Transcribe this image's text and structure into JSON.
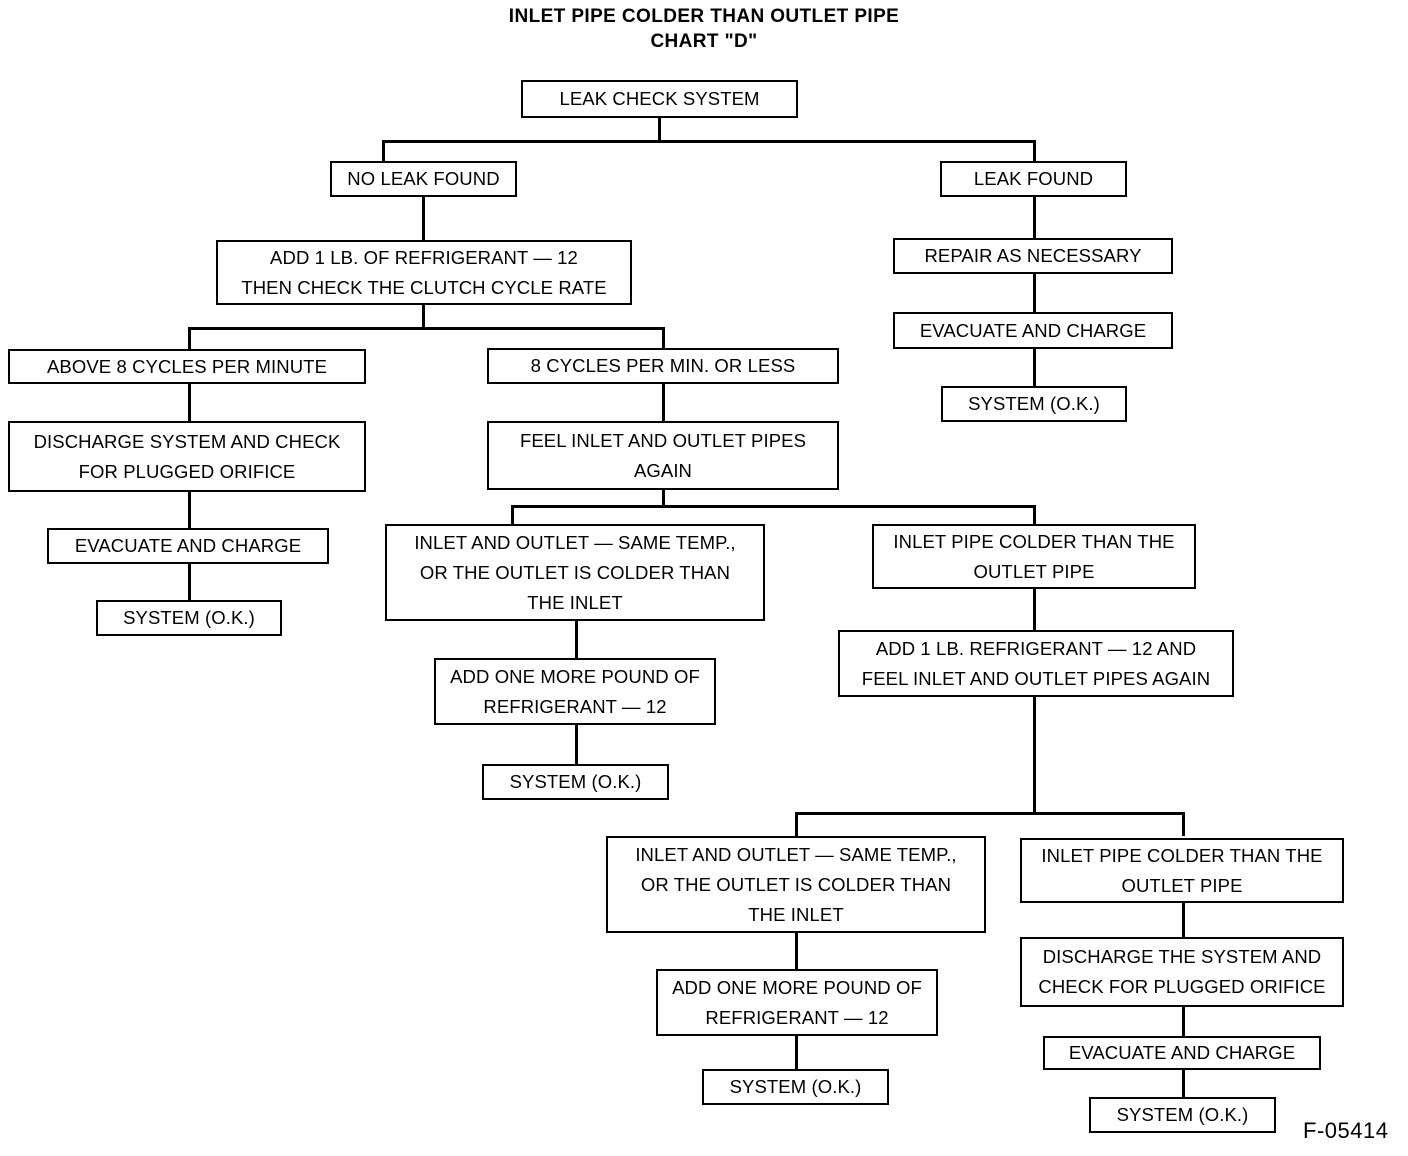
{
  "title": {
    "line1": "INLET PIPE COLDER THAN OUTLET PIPE",
    "line2": "CHART \"D\""
  },
  "figure_reference": "F-05414",
  "chart_data": {
    "type": "diagram",
    "diagram_kind": "flowchart",
    "title": "INLET PIPE COLDER THAN OUTLET PIPE — CHART \"D\"",
    "nodes": [
      {
        "id": "n1",
        "label": "LEAK CHECK SYSTEM"
      },
      {
        "id": "n2",
        "label": "NO LEAK FOUND"
      },
      {
        "id": "n3",
        "label": "LEAK FOUND"
      },
      {
        "id": "n4",
        "label": "ADD 1 LB. OF REFRIGERANT — 12\nTHEN CHECK THE CLUTCH CYCLE RATE"
      },
      {
        "id": "n5",
        "label": "REPAIR AS NECESSARY"
      },
      {
        "id": "n6",
        "label": "EVACUATE AND CHARGE"
      },
      {
        "id": "n7",
        "label": "SYSTEM (O.K.)"
      },
      {
        "id": "n8",
        "label": "ABOVE 8 CYCLES PER MINUTE"
      },
      {
        "id": "n9",
        "label": "8 CYCLES PER MIN. OR LESS"
      },
      {
        "id": "n10",
        "label": "DISCHARGE SYSTEM AND CHECK\nFOR PLUGGED ORIFICE"
      },
      {
        "id": "n11",
        "label": "FEEL INLET AND OUTLET PIPES\nAGAIN"
      },
      {
        "id": "n12",
        "label": "EVACUATE AND CHARGE"
      },
      {
        "id": "n13",
        "label": "INLET AND OUTLET — SAME TEMP.,\nOR THE OUTLET IS COLDER THAN\nTHE INLET"
      },
      {
        "id": "n14",
        "label": "INLET PIPE COLDER THAN THE\nOUTLET PIPE"
      },
      {
        "id": "n15",
        "label": "SYSTEM (O.K.)"
      },
      {
        "id": "n16",
        "label": "ADD 1 LB. REFRIGERANT — 12 AND\nFEEL INLET AND OUTLET PIPES AGAIN"
      },
      {
        "id": "n17",
        "label": "ADD ONE MORE POUND OF\nREFRIGERANT — 12"
      },
      {
        "id": "n18",
        "label": "SYSTEM (O.K.)"
      },
      {
        "id": "n19",
        "label": "INLET AND OUTLET — SAME TEMP.,\nOR THE OUTLET IS COLDER THAN\nTHE INLET"
      },
      {
        "id": "n20",
        "label": "INLET PIPE COLDER THAN THE\nOUTLET PIPE"
      },
      {
        "id": "n21",
        "label": "ADD ONE MORE POUND OF\nREFRIGERANT — 12"
      },
      {
        "id": "n22",
        "label": "DISCHARGE THE SYSTEM AND\nCHECK FOR PLUGGED ORIFICE"
      },
      {
        "id": "n23",
        "label": "SYSTEM (O.K.)"
      },
      {
        "id": "n24",
        "label": "EVACUATE AND CHARGE"
      },
      {
        "id": "n25",
        "label": "SYSTEM (O.K.)"
      }
    ],
    "edges": [
      {
        "from": "n1",
        "to": "n2"
      },
      {
        "from": "n1",
        "to": "n3"
      },
      {
        "from": "n2",
        "to": "n4"
      },
      {
        "from": "n3",
        "to": "n5"
      },
      {
        "from": "n5",
        "to": "n6"
      },
      {
        "from": "n6",
        "to": "n7"
      },
      {
        "from": "n4",
        "to": "n8"
      },
      {
        "from": "n4",
        "to": "n9"
      },
      {
        "from": "n8",
        "to": "n10"
      },
      {
        "from": "n10",
        "to": "n12"
      },
      {
        "from": "n12",
        "to": "n15"
      },
      {
        "from": "n9",
        "to": "n11"
      },
      {
        "from": "n11",
        "to": "n13"
      },
      {
        "from": "n11",
        "to": "n14"
      },
      {
        "from": "n13",
        "to": "n17"
      },
      {
        "from": "n17",
        "to": "n18"
      },
      {
        "from": "n14",
        "to": "n16"
      },
      {
        "from": "n16",
        "to": "n19"
      },
      {
        "from": "n16",
        "to": "n20"
      },
      {
        "from": "n19",
        "to": "n21"
      },
      {
        "from": "n21",
        "to": "n23"
      },
      {
        "from": "n20",
        "to": "n22"
      },
      {
        "from": "n22",
        "to": "n24"
      },
      {
        "from": "n24",
        "to": "n25"
      }
    ],
    "colors": {
      "stroke": "#000000",
      "fill": "#ffffff",
      "text": "#000000"
    }
  }
}
